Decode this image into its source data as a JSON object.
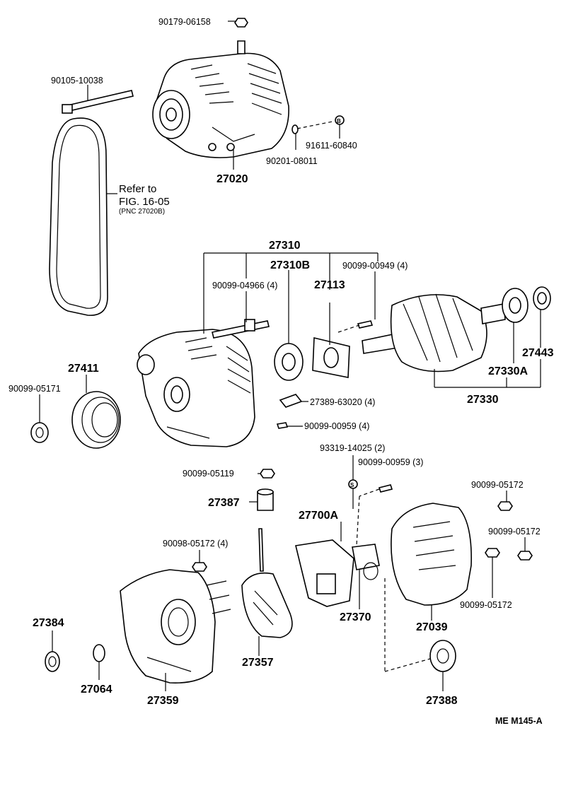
{
  "callouts": {
    "p90179_06158": "90179-06158",
    "p90105_10038": "90105-10038",
    "p91611_60840": "91611-60840",
    "p90201_08011": "90201-08011",
    "p27020": "27020",
    "refer_line1": "Refer to",
    "refer_line2": "FIG. 16-05",
    "refer_line3": "(PNC 27020B)",
    "p27310": "27310",
    "p27310B": "27310B",
    "p90099_00949": "90099-00949 (4)",
    "p90099_04966": "90099-04966 (4)",
    "p27113": "27113",
    "p27443": "27443",
    "p27330A": "27330A",
    "p27330": "27330",
    "p27411": "27411",
    "p90099_05171": "90099-05171",
    "p27389_63020": "27389-63020 (4)",
    "p90099_00959_4": "90099-00959 (4)",
    "p93319_14025": "93319-14025 (2)",
    "p90099_00959_3": "90099-00959 (3)",
    "p90099_05119": "90099-05119",
    "p90099_05172_a": "90099-05172",
    "p27387": "27387",
    "p27700A": "27700A",
    "p90099_05172_b": "90099-05172",
    "p90098_05172": "90098-05172 (4)",
    "p90099_05172_c": "90099-05172",
    "p27370": "27370",
    "p27039": "27039",
    "p27384": "27384",
    "p27357": "27357",
    "p27064": "27064",
    "p27359": "27359",
    "p27388": "27388",
    "figure_code": "ME M145-A"
  }
}
